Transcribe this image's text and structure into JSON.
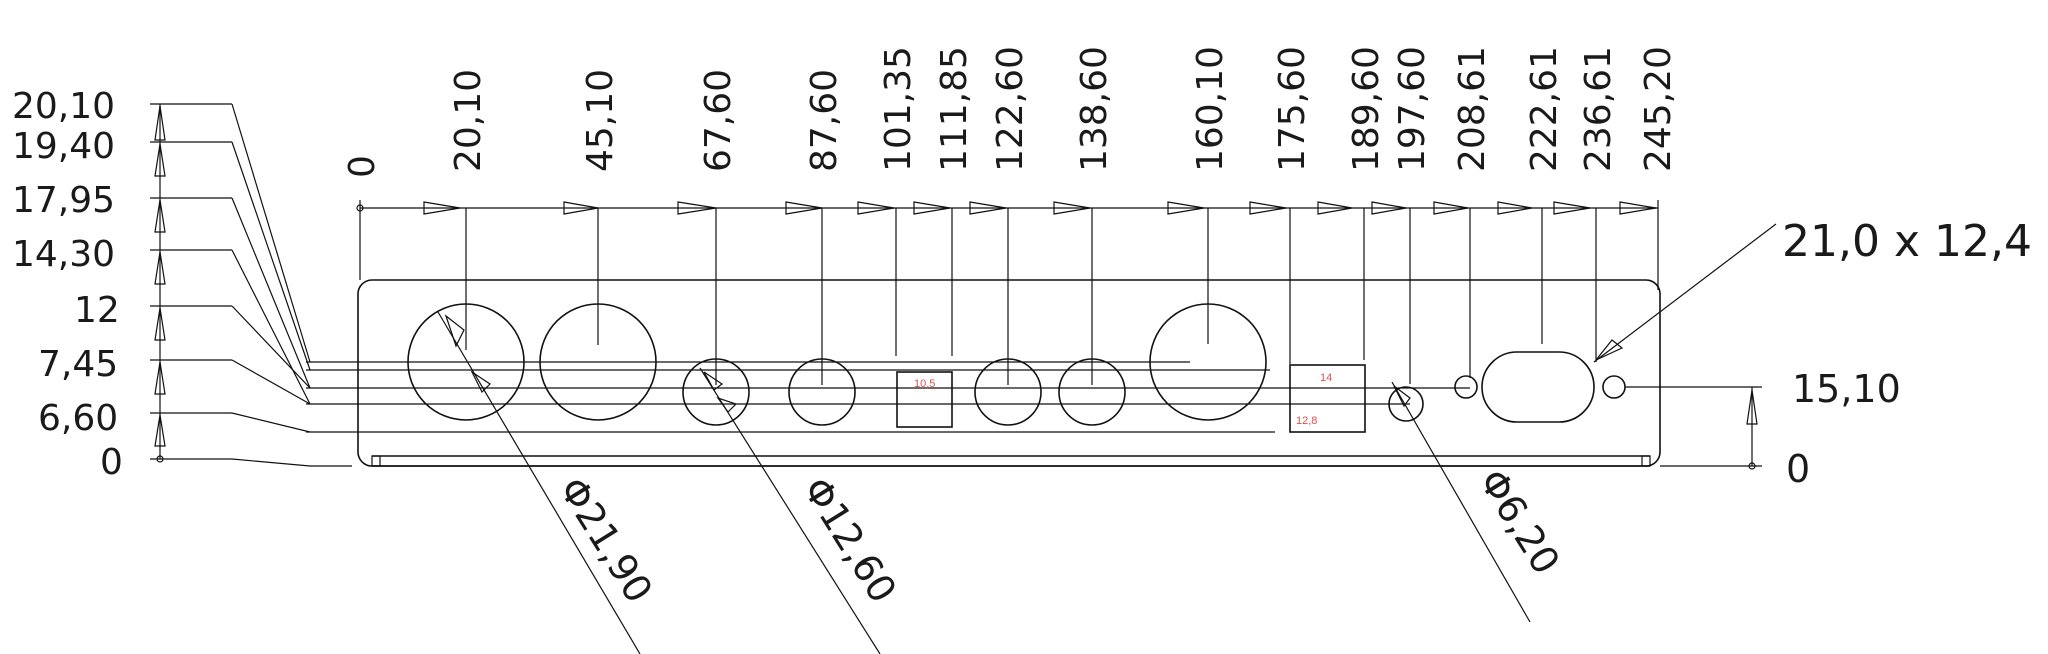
{
  "drawing": {
    "title": "",
    "units_note": "",
    "horizontal_dims": [
      "0",
      "20,10",
      "45,10",
      "67,60",
      "87,60",
      "101,35",
      "111,85",
      "122,60",
      "138,60",
      "160,10",
      "175,60",
      "189,60",
      "197,60",
      "208,61",
      "222,61",
      "236,61",
      "245,20"
    ],
    "vertical_dims": [
      "20,10",
      "19,40",
      "17,95",
      "14,30",
      "12",
      "7,45",
      "6,60",
      "0"
    ],
    "right_dims": [
      "15,10",
      "0"
    ],
    "diameters": [
      "Φ21,90",
      "Φ12,60",
      "Φ6,20"
    ],
    "slot_label": "21,0 x 12,4",
    "rect_labels": [
      "10,5",
      "14",
      "12,8"
    ]
  }
}
